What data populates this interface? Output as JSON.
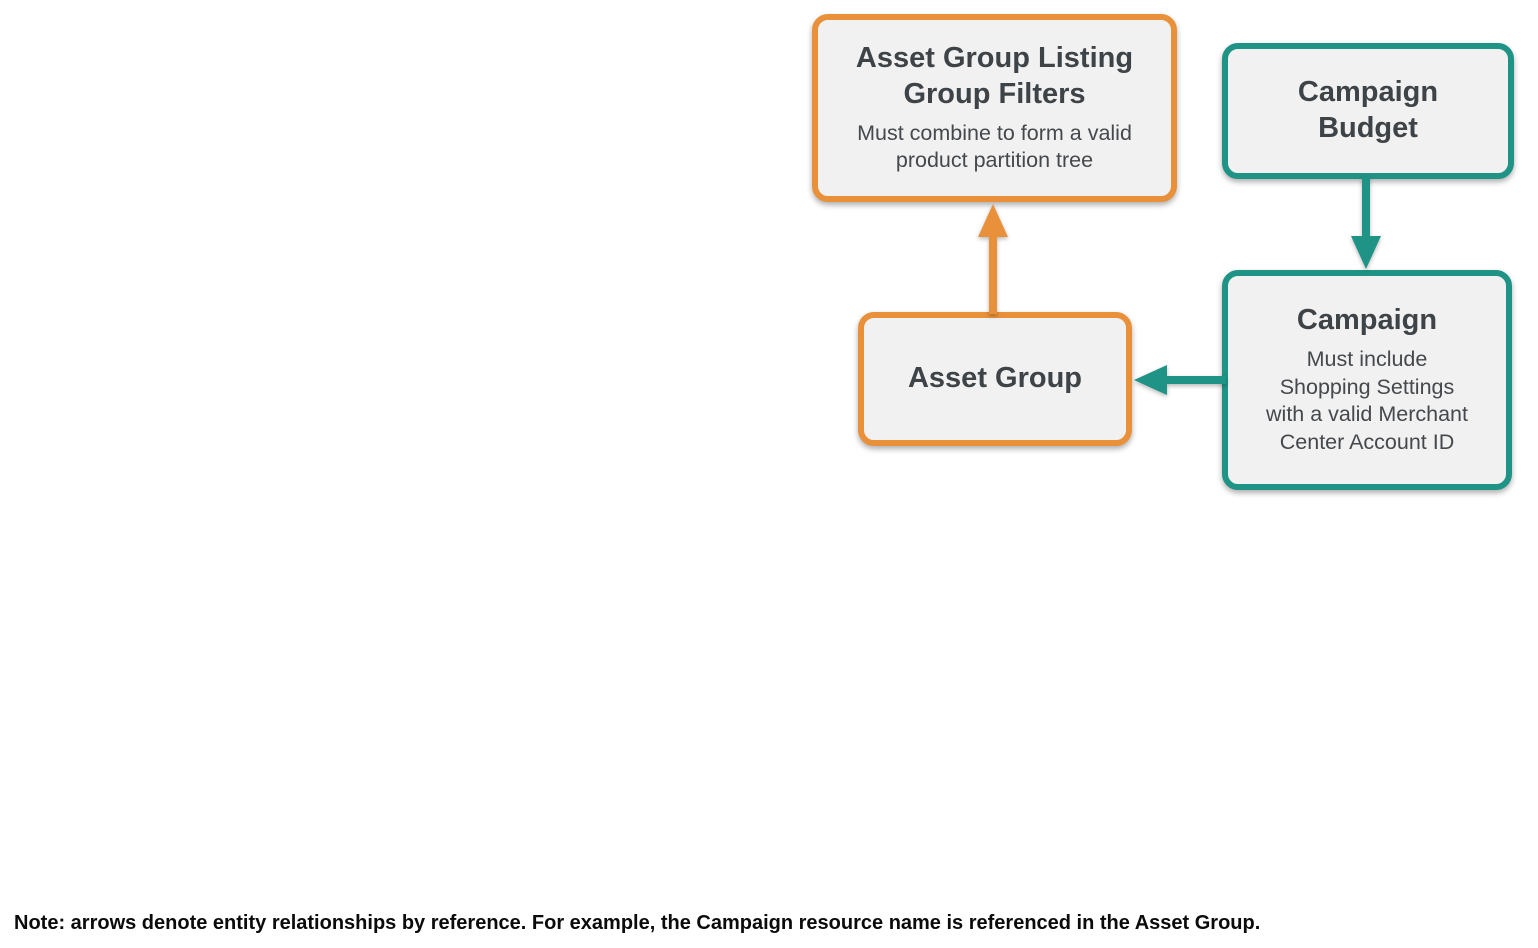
{
  "colors": {
    "orange": "#E8913A",
    "teal": "#1F9385",
    "node_fill": "#F1F1F1",
    "title_text": "#3E4347",
    "subtitle_text": "#45484C",
    "note_text": "#0B0B0B",
    "background": "#FFFFFF"
  },
  "nodes": {
    "asset_group_listing_group_filters": {
      "title": "Asset Group Listing\nGroup Filters",
      "subtitle": "Must combine to form a valid\nproduct partition tree",
      "accent": "orange"
    },
    "campaign_budget": {
      "title": "Campaign\nBudget",
      "accent": "teal"
    },
    "campaign": {
      "title": "Campaign",
      "subtitle": "Must include\nShopping Settings\nwith a valid Merchant\nCenter Account ID",
      "accent": "teal"
    },
    "asset_group": {
      "title": "Asset Group",
      "accent": "orange"
    }
  },
  "arrows": [
    {
      "from": "asset_group",
      "to": "asset_group_listing_group_filters",
      "color": "orange",
      "direction": "up"
    },
    {
      "from": "campaign_budget",
      "to": "campaign",
      "color": "teal",
      "direction": "down"
    },
    {
      "from": "campaign",
      "to": "asset_group",
      "color": "teal",
      "direction": "left"
    }
  ],
  "note": {
    "text": "Note: arrows denote entity relationships by reference. For example, the Campaign resource name is referenced in the Asset Group."
  }
}
